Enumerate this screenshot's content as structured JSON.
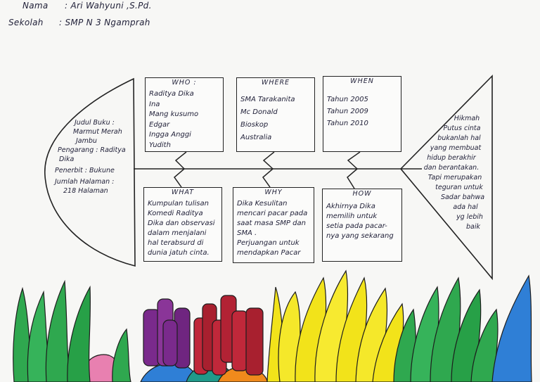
{
  "header": {
    "nama_label": "Nama",
    "nama_value": ": Ari Wahyuni ,S.Pd.",
    "sekolah_label": "Sekolah",
    "sekolah_value": ": SMP N 3 Ngamprah"
  },
  "head": {
    "lines": [
      "Judul Buku :",
      "Marmut Merah",
      "Jambu",
      "Pengarang : Raditya",
      "Dika",
      "Penerbit : Bukune",
      "Jumlah Halaman :",
      "218 Halaman"
    ]
  },
  "tail": {
    "lines": [
      "Hikmah",
      "Putus cinta",
      "bukanlah hal",
      "yang membuat",
      "hidup berakhir",
      "dan berantakan.",
      "Tapi merupakan",
      "teguran untuk",
      "Sadar bahwa",
      "ada hal",
      "yg lebih",
      "baik"
    ]
  },
  "who": {
    "title": "WHO :",
    "lines": [
      "Raditya Dika",
      "Ina",
      "Mang kusumo",
      "Edgar",
      "Ingga Anggi",
      "Yudith"
    ]
  },
  "where": {
    "title": "WHERE",
    "lines": [
      "SMA Tarakanita",
      "Mc Donald",
      "Bioskop",
      "Australia"
    ]
  },
  "when": {
    "title": "WHEN",
    "lines": [
      "Tahun 2005",
      "Tahun 2009",
      "Tahun 2010"
    ]
  },
  "what": {
    "title": "WHAT",
    "lines": [
      "Kumpulan tulisan",
      "Komedi Raditya",
      "Dika dan observasi",
      "dalam menjalani",
      "hal terabsurd di",
      "dunia jatuh cinta."
    ]
  },
  "why": {
    "title": "WHY",
    "lines": [
      "Dika Kesulitan",
      "mencari pacar pada",
      "saat masa SMP dan",
      "SMA .",
      "Perjuangan untuk",
      "mendapkan Pacar"
    ]
  },
  "how": {
    "title": "HOW",
    "lines": [
      "Akhirnya Dika",
      "memilih untuk",
      "setia pada pacar-",
      "nya yang sekarang"
    ]
  },
  "colors": {
    "ink": "#22223a",
    "green": "#2fa84f",
    "purple": "#7a2a8c",
    "red": "#c0283a",
    "yellow": "#f2e31a",
    "blue": "#2f7fd6",
    "pink": "#e880b0",
    "orange": "#f08a1c"
  }
}
